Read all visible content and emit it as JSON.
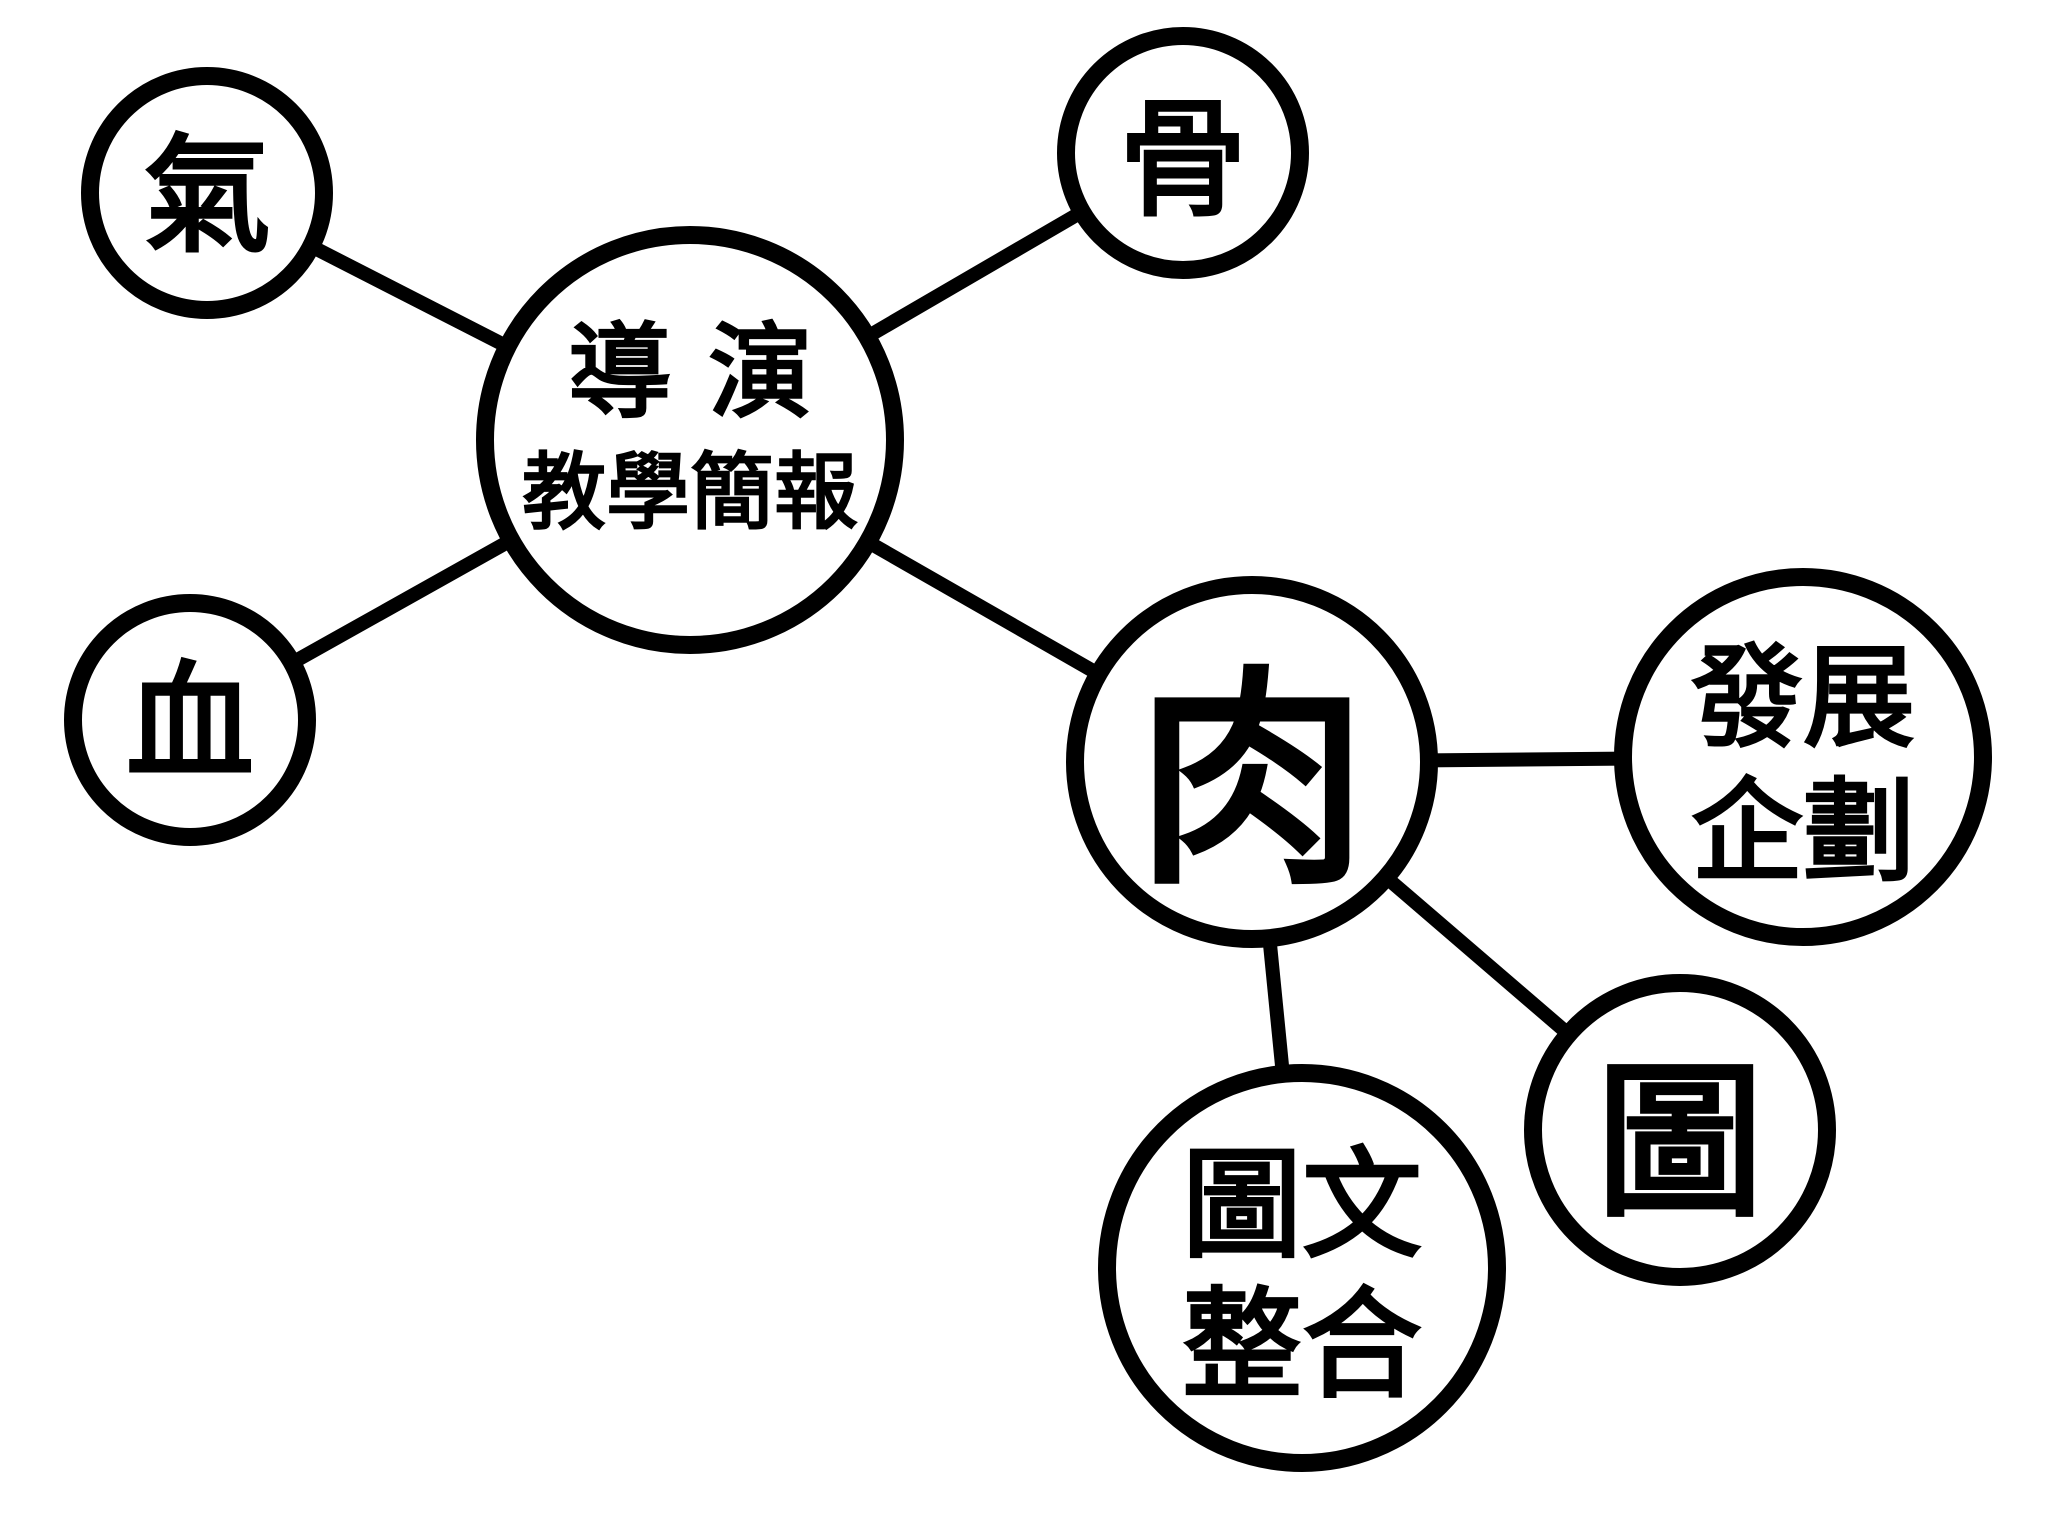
{
  "colors": {
    "stroke": "#000000",
    "background": "#ffffff",
    "text": "#000000"
  },
  "nodes": {
    "center": {
      "lines": [
        "導 演",
        "教學簡報"
      ]
    },
    "qi": {
      "lines": [
        "氣"
      ]
    },
    "gu": {
      "lines": [
        "骨"
      ]
    },
    "xue": {
      "lines": [
        "血"
      ]
    },
    "rou": {
      "lines": [
        "肉"
      ]
    },
    "fazhan": {
      "lines": [
        "發展",
        "企劃"
      ]
    },
    "tu": {
      "lines": [
        "圖"
      ]
    },
    "tuwen": {
      "lines": [
        "圖文",
        "整合"
      ]
    }
  },
  "edges": [
    [
      "center",
      "qi"
    ],
    [
      "center",
      "gu"
    ],
    [
      "center",
      "xue"
    ],
    [
      "center",
      "rou"
    ],
    [
      "rou",
      "fazhan"
    ],
    [
      "rou",
      "tu"
    ],
    [
      "rou",
      "tuwen"
    ]
  ]
}
